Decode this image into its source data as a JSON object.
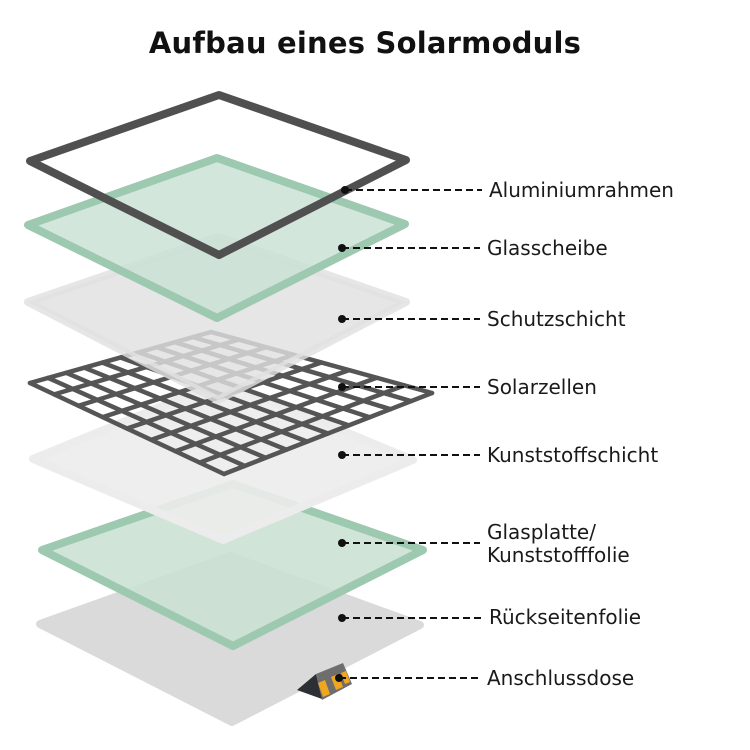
{
  "title": "Aufbau eines Solarmoduls",
  "colors": {
    "frame": "#505050",
    "glass_fill": "#c9e1d3",
    "glass_edge": "#9cc9b0",
    "protective_layer": "#e0e0e0",
    "plastic_layer": "#ececec",
    "back_sheet": "#dadada",
    "cell_grid": "#555555",
    "junction_box_body": "#6e6e6e",
    "junction_box_contacts": "#f0a71f",
    "leader_line": "#111111"
  },
  "layers": [
    {
      "id": "frame",
      "label": "Aluminiumrahmen"
    },
    {
      "id": "glass-pane",
      "label": "Glasscheibe"
    },
    {
      "id": "protective-layer",
      "label": "Schutzschicht"
    },
    {
      "id": "solar-cells",
      "label": "Solarzellen"
    },
    {
      "id": "plastic-layer",
      "label": "Kunststoffschicht"
    },
    {
      "id": "glass-plate",
      "label_line1": "Glasplatte/",
      "label_line2": "Kunststofffolie"
    },
    {
      "id": "back-sheet",
      "label": "Rückseitenfolie"
    },
    {
      "id": "junction-box",
      "label": "Anschlussdose"
    }
  ]
}
